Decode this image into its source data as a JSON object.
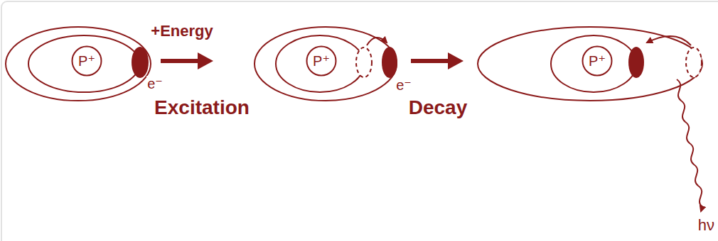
{
  "diagram": {
    "nodes": [
      {
        "text": [
          "P⁺"
        ]
      },
      {
        "text": [
          "P⁺"
        ]
      },
      {
        "text": [
          "P⁺"
        ]
      }
    ],
    "labels": [
      "e⁻",
      "+Energy",
      "Excitation",
      "e⁻",
      "Decay",
      "hν"
    ]
  }
}
